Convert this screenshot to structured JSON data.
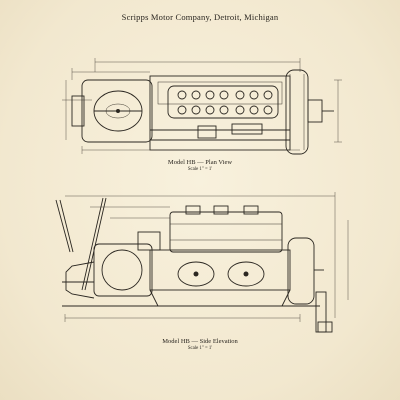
{
  "title": "Scripps Motor Company, Detroit, Michigan",
  "plan_view": {
    "caption": "Model HB — Plan View",
    "scale": "Scale 1\" = 1'"
  },
  "side_elevation": {
    "caption": "Model HB — Side Elevation",
    "scale": "Scale 1\" = 1'"
  }
}
